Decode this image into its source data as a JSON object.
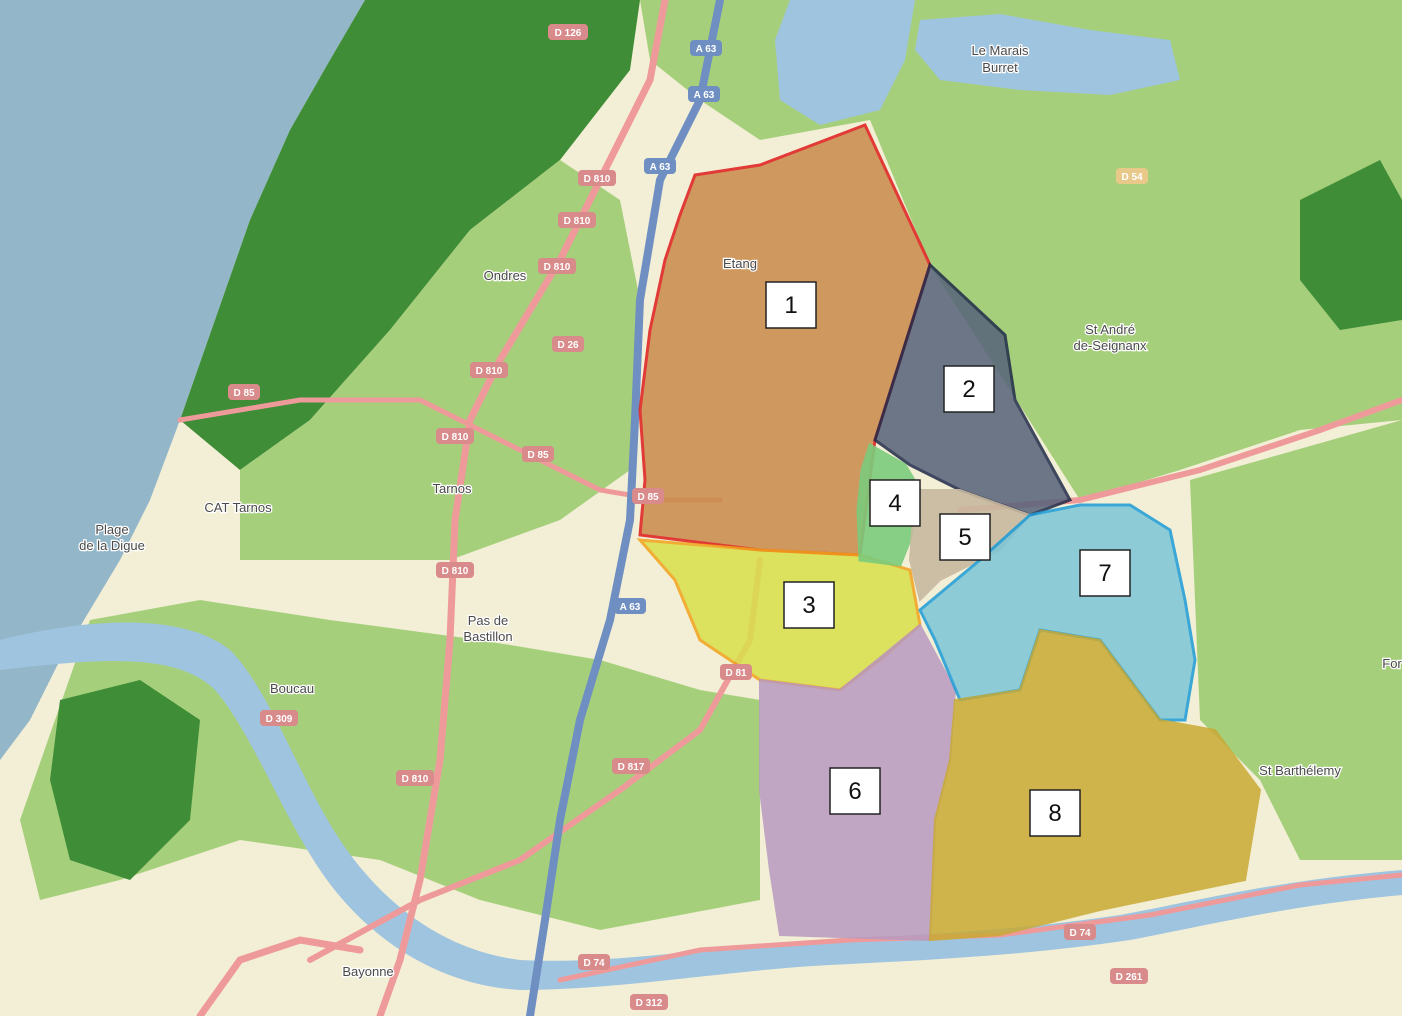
{
  "colors": {
    "sea": "#93b6c9",
    "land": "#f3efd6",
    "forest_light": "#a6cf7c",
    "forest_dark": "#3f8d37",
    "water": "#9fc4df",
    "road_main": "#ef9a9a",
    "motorway": "#6f8fc2",
    "zone1": "#c98a4a",
    "zone1_border": "#e01b1b",
    "zone2": "#55627a",
    "zone2_border": "#1f2a4a",
    "zone3": "#d9e04a",
    "zone3_border": "#f1a21a",
    "zone4": "#7ccc7c",
    "zone5": "#c8b9a0",
    "zone6": "#b89ac0",
    "zone7": "#7cc6d8",
    "zone7_border": "#1a9bd8",
    "zone8": "#c9aa35"
  },
  "places": {
    "marais": "Le Marais",
    "burret": "Burret",
    "ondres": "Ondres",
    "tarnos": "Tarnos",
    "cat_tarnos": "CAT Tarnos",
    "plage": "Plage",
    "de_la_digue": "de la Digue",
    "boucau": "Boucau",
    "bayonne": "Bayonne",
    "saint_andre_1": "St André",
    "saint_andre_2": "de-Seignanx",
    "saint_barthelemy": "St Barthélemy",
    "etang": "Etang",
    "pas_de": "Pas de",
    "bastillon": "Bastillon",
    "forte": "For"
  },
  "roads": {
    "d126": "D 126",
    "a63_1": "A 63",
    "a63_2": "A 63",
    "a63_3": "A 63",
    "a63_4": "A 63",
    "d810_1": "D 810",
    "d810_2": "D 810",
    "d810_3": "D 810",
    "d810_4": "D 810",
    "d810_5": "D 810",
    "d810_6": "D 810",
    "d810_7": "D 810",
    "d26": "D 26",
    "d85_1": "D 85",
    "d85_2": "D 85",
    "d85_3": "D 85",
    "d81": "D 81",
    "d817": "D 817",
    "d54": "D 54",
    "d74_1": "D 74",
    "d74_2": "D 74",
    "d312": "D 312",
    "d261": "D 261",
    "d309": "D 309"
  },
  "zones": {
    "z1": "1",
    "z2": "2",
    "z3": "3",
    "z4": "4",
    "z5": "5",
    "z6": "6",
    "z7": "7",
    "z8": "8"
  }
}
